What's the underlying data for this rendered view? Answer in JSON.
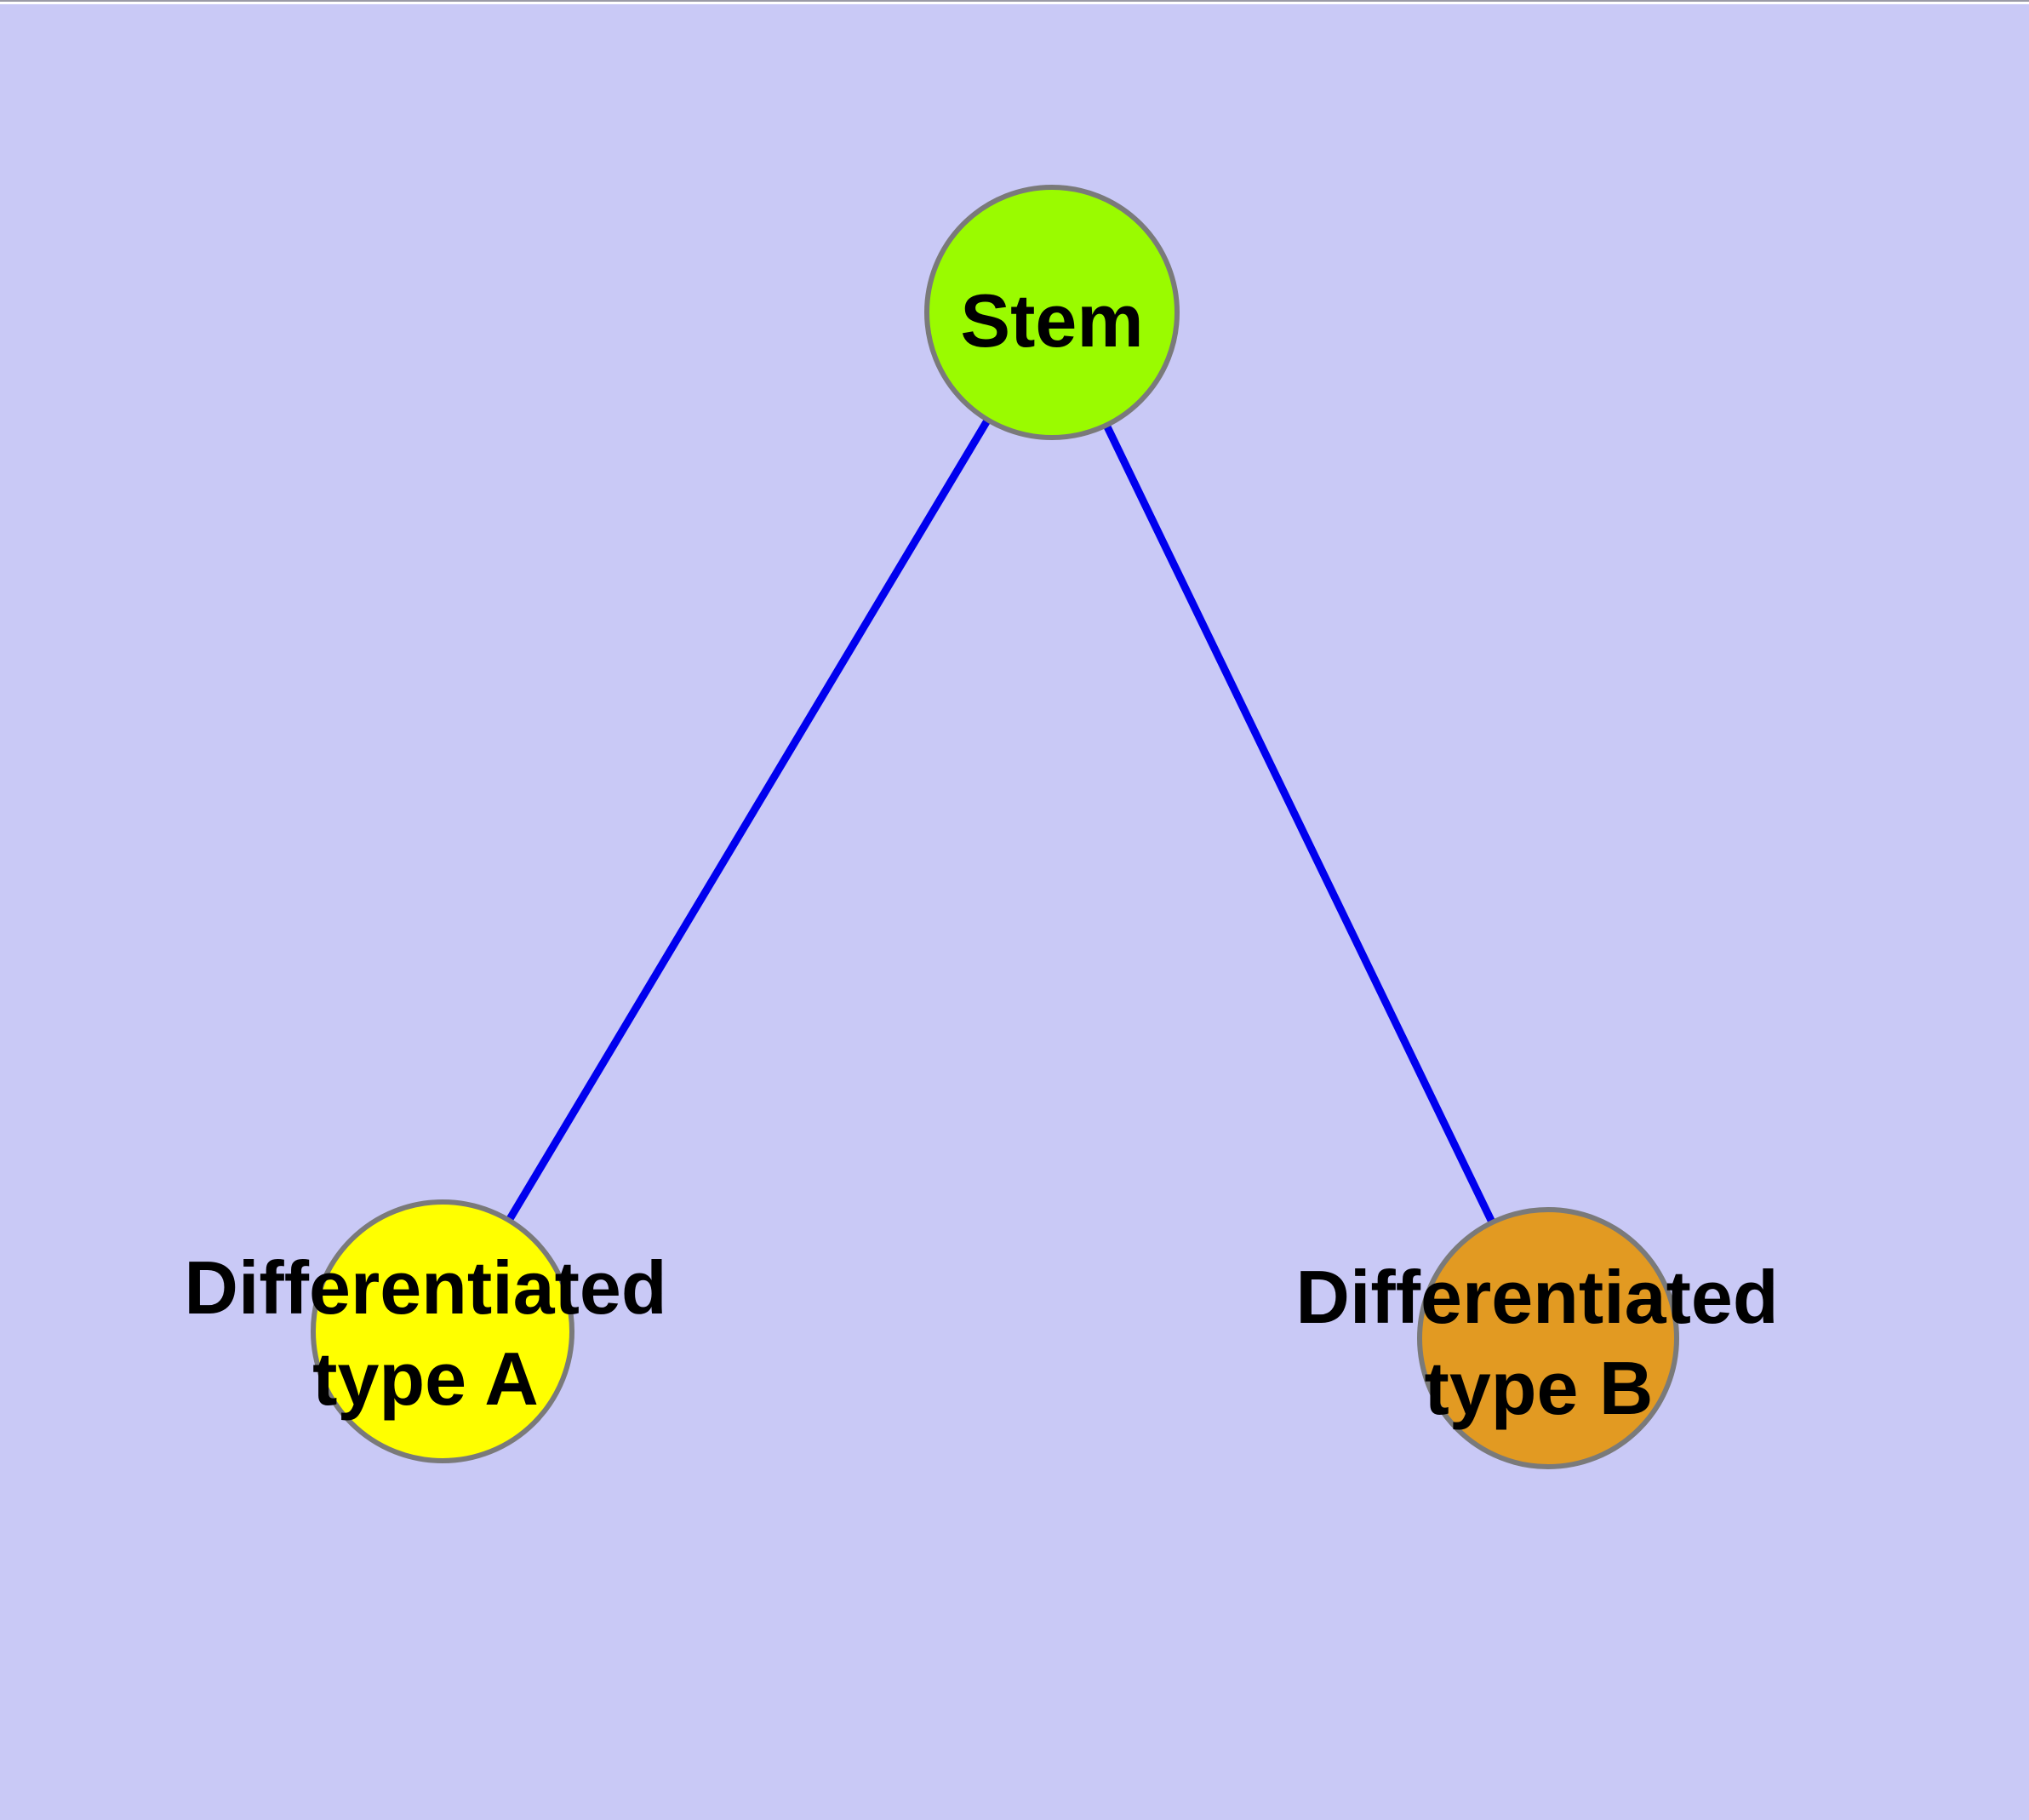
{
  "diagram": {
    "type": "node-link-graph",
    "background_color": "#c9c9f6",
    "margin_color": "#ffffff",
    "top_border_color": "#9a9aa6",
    "edge_color": "#0000ee",
    "node_border_color": "#7a7a7a",
    "label_color": "#000000",
    "nodes": [
      {
        "id": "stem",
        "label": "Stem",
        "fill_color": "#9afb00"
      },
      {
        "id": "differentiated-type-a",
        "label": "Differentiated type A",
        "label_line1": "Differentiated",
        "label_line2": "type A",
        "fill_color": "#ffff00"
      },
      {
        "id": "differentiated-type-b",
        "label": "Differentiated type B",
        "label_line1": "Differentiated",
        "label_line2": "type B",
        "fill_color": "#e29a22"
      }
    ],
    "edges": [
      {
        "from": "Stem",
        "to": "Differentiated type A"
      },
      {
        "from": "Stem",
        "to": "Differentiated type B"
      }
    ]
  }
}
